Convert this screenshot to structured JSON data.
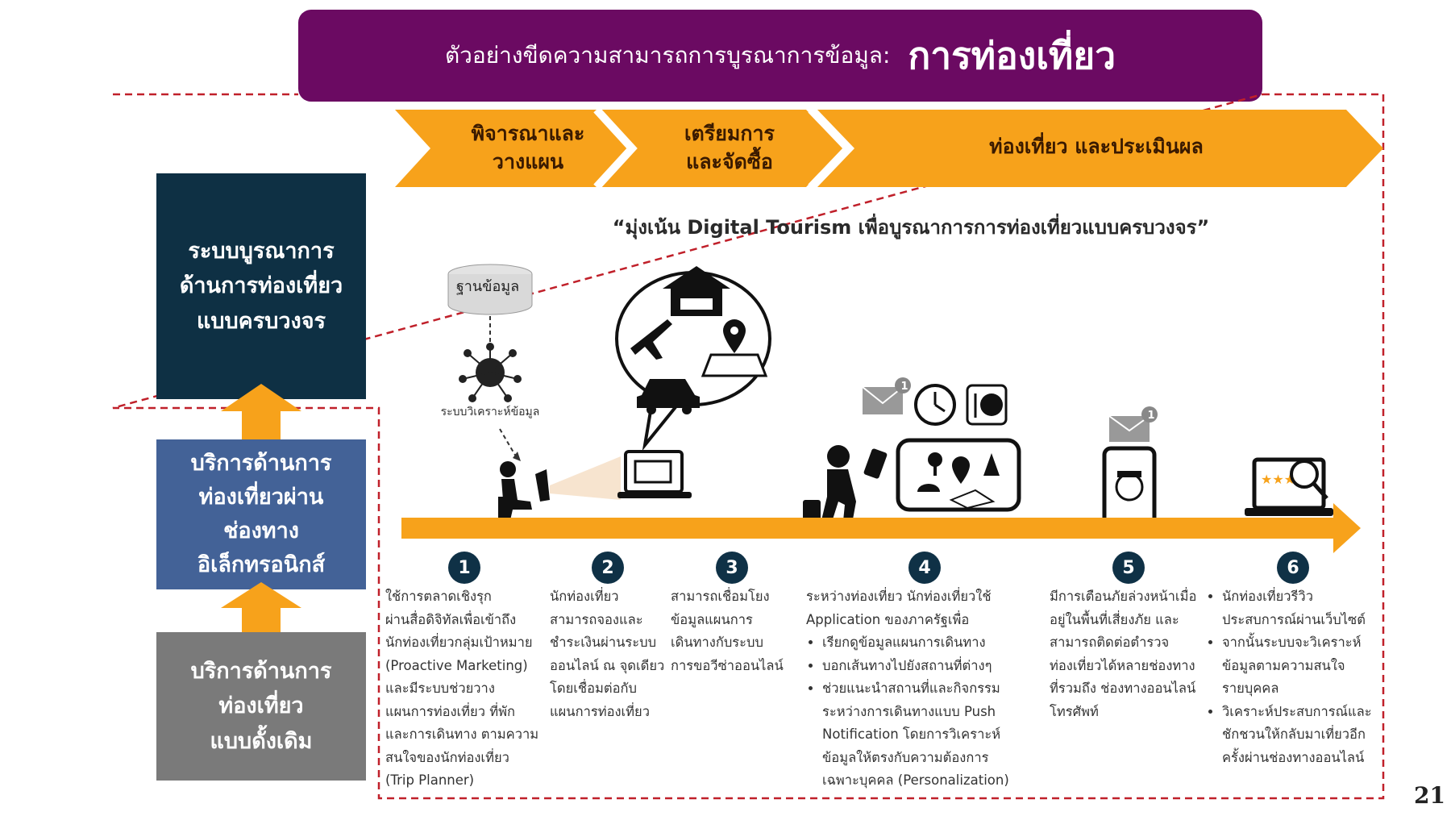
{
  "title": {
    "prefix": "ตัวอย่างขีดความสามารถการบูรณาการข้อมูล:",
    "main": "การท่องเที่ยว"
  },
  "left_boxes": {
    "integrated": [
      "ระบบบูรณาการ",
      "ด้านการท่องเที่ยว",
      "แบบครบวงจร"
    ],
    "eservice": [
      "บริการด้านการ",
      "ท่องเที่ยวผ่าน",
      "ช่องทาง",
      "อิเล็กทรอนิกส์"
    ],
    "traditional": [
      "บริการด้านการ",
      "ท่องเที่ยว",
      "แบบดั้งเดิม"
    ]
  },
  "stages": [
    {
      "lines": [
        "พิจารณาและ",
        "วางแผน"
      ]
    },
    {
      "lines": [
        "เตรียมการ",
        "และจัดซื้อ"
      ]
    },
    {
      "lines": [
        "ท่องเที่ยว และประเมินผล"
      ]
    }
  ],
  "tagline": "“มุ่งเน้น Digital Tourism เพื่อบูรณาการการท่องเที่ยวแบบครบวงจร”",
  "icons": {
    "database_label": "ฐานข้อมูล",
    "analytics_label": "ระบบวิเคราะห์ข้อมูล",
    "notification_count": "1"
  },
  "steps": [
    {
      "number": "1",
      "lines": [
        "ใช้การตลาดเชิงรุก",
        "ผ่านสื่อดิจิทัลเพื่อเข้าถึง",
        "นักท่องเที่ยวกลุ่มเป้าหมาย",
        "(Proactive Marketing)",
        "และมีระบบช่วยวาง",
        "แผนการท่องเที่ยว ที่พัก",
        "และการเดินทาง ตามความ",
        "สนใจของนักท่องเที่ยว",
        "(Trip Planner)"
      ]
    },
    {
      "number": "2",
      "lines": [
        "นักท่องเที่ยว",
        "สามารถจองและ",
        "ชำระเงินผ่านระบบ",
        "ออนไลน์ ณ จุดเดียว",
        "โดยเชื่อมต่อกับ",
        "แผนการท่องเที่ยว"
      ]
    },
    {
      "number": "3",
      "lines": [
        "สามารถเชื่อมโยง",
        "ข้อมูลแผนการ",
        "เดินทางกับระบบ",
        "การขอวีซ่าออนไลน์"
      ]
    },
    {
      "number": "4",
      "intro": [
        "ระหว่างท่องเที่ยว นักท่องเที่ยวใช้",
        "Application ของภาครัฐเพื่อ"
      ],
      "bullets": [
        [
          "เรียกดูข้อมูลแผนการเดินทาง"
        ],
        [
          "บอกเส้นทางไปยังสถานที่ต่างๆ"
        ],
        [
          "ช่วยแนะนำสถานที่และกิจกรรม",
          "ระหว่างการเดินทางแบบ Push",
          "Notification โดยการวิเคราะห์",
          "ข้อมูลให้ตรงกับความต้องการ",
          "เฉพาะบุคคล (Personalization)"
        ]
      ]
    },
    {
      "number": "5",
      "lines": [
        "มีการเตือนภัยล่วงหน้าเมื่อ",
        "อยู่ในพื้นที่เสี่ยงภัย และ",
        "สามารถติดต่อตำรวจ",
        "ท่องเที่ยวได้หลายช่องทาง",
        "ที่รวมถึง ช่องทางออนไลน์",
        "โทรศัพท์"
      ]
    },
    {
      "number": "6",
      "bullets": [
        [
          "นักท่องเที่ยวรีวิว",
          "ประสบการณ์ผ่านเว็บไซต์"
        ],
        [
          "จากนั้นระบบจะวิเคราะห์",
          "ข้อมูลตามความสนใจ",
          "รายบุคคล"
        ],
        [
          "วิเคราะห์ประสบการณ์และ",
          "ชักชวนให้กลับมาเที่ยวอีก",
          "ครั้งผ่านช่องทางออนไลน์"
        ]
      ]
    }
  ],
  "page_number": "21",
  "colors": {
    "purple": "#6b0a62",
    "orange": "#f7a21b",
    "navy": "#0e3044",
    "blue": "#436297",
    "gray": "#7a7a7a",
    "dashed_red": "#c0202a"
  }
}
